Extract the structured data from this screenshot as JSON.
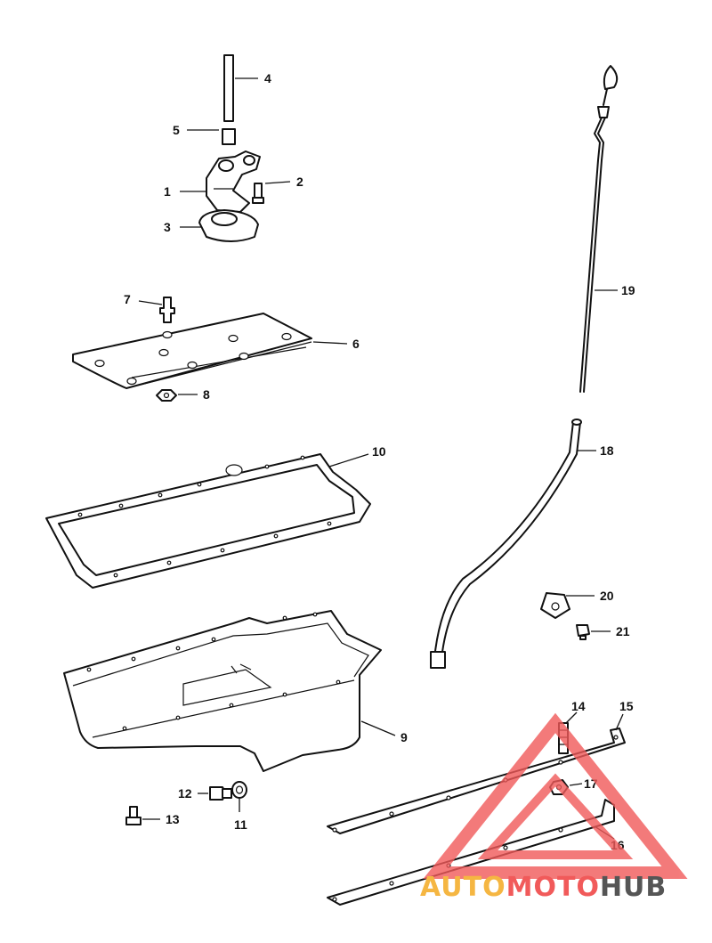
{
  "callouts": {
    "c1": "1",
    "c2": "2",
    "c3": "3",
    "c4": "4",
    "c5": "5",
    "c6": "6",
    "c7": "7",
    "c8": "8",
    "c9": "9",
    "c10": "10",
    "c11": "11",
    "c12": "12",
    "c13": "13",
    "c14": "14",
    "c15": "15",
    "c16": "16",
    "c17": "17",
    "c18": "18",
    "c19": "19",
    "c20": "20",
    "c21": "21"
  },
  "watermark": {
    "part_auto": "AUTO",
    "part_moto": "MOTO",
    "part_hub": "HUB",
    "accent_color": "#f15a5a",
    "gold_color": "#f5b642",
    "gray_color": "#555555"
  }
}
